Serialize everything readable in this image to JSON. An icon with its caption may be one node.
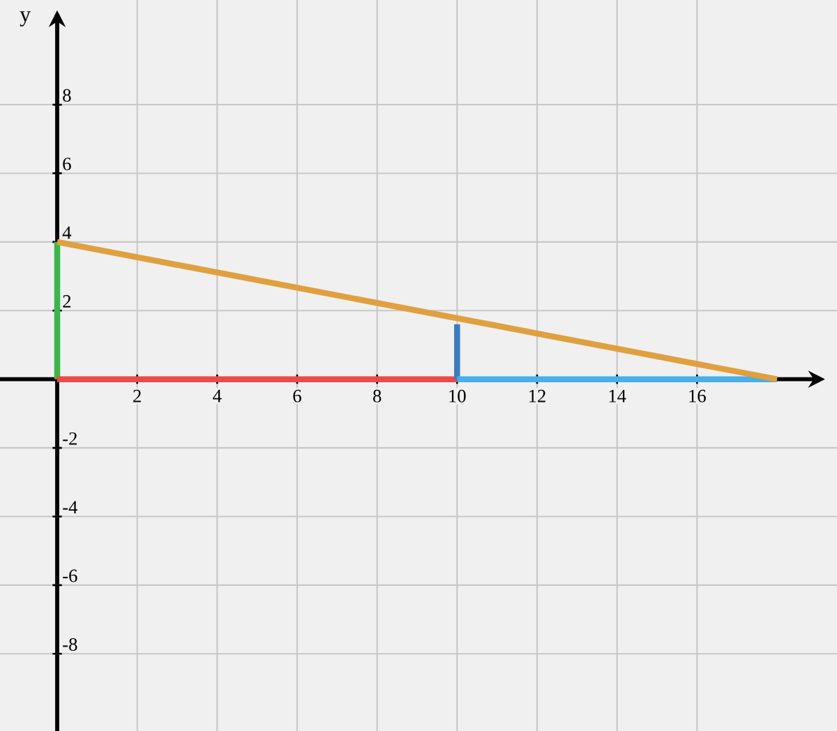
{
  "diagram": {
    "chart_data": {
      "type": "line",
      "ylabel": "y",
      "grid": true,
      "xlim": [
        -1.43,
        19.5
      ],
      "ylim": [
        -10.25,
        11.05
      ],
      "xticks": [
        2,
        4,
        6,
        8,
        10,
        12,
        14,
        16
      ],
      "yticks": [
        -8,
        -6,
        -4,
        -2,
        2,
        4,
        6,
        8
      ],
      "series": [
        {
          "color": "#3cb54a",
          "x": [
            0,
            0
          ],
          "values": [
            0,
            4
          ]
        },
        {
          "color": "#e84b4b",
          "x": [
            0,
            10
          ],
          "values": [
            0,
            0
          ]
        },
        {
          "color": "#3a7dbf",
          "x": [
            10,
            10
          ],
          "values": [
            0,
            1.6
          ]
        },
        {
          "color": "#4aaee8",
          "x": [
            10,
            18
          ],
          "values": [
            0,
            0
          ]
        },
        {
          "color": "#e0a040",
          "x": [
            0,
            18
          ],
          "values": [
            4,
            0
          ]
        }
      ]
    }
  }
}
